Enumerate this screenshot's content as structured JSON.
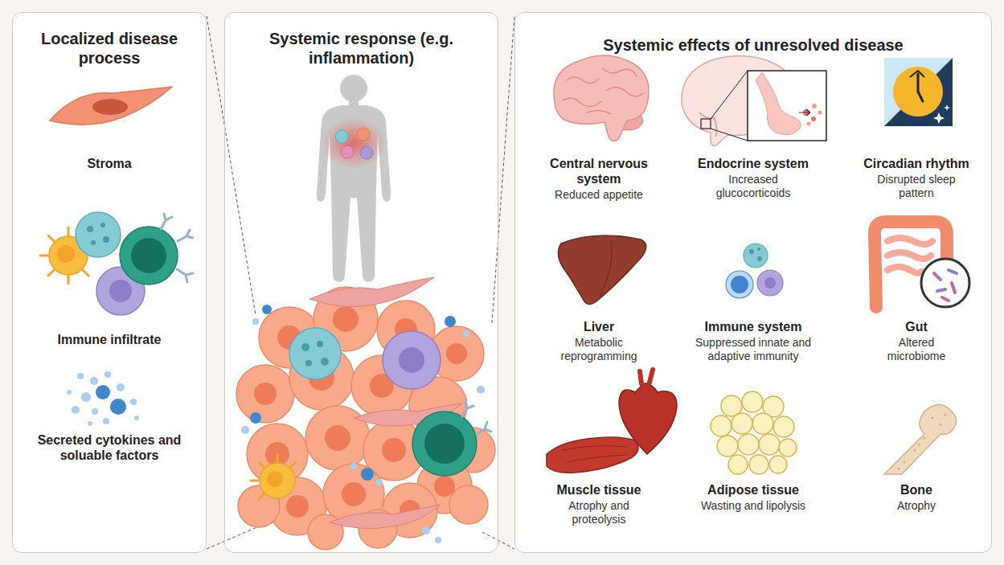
{
  "diagram": {
    "nodes": [
      {
        "text": [
          "Localized disease process"
        ]
      },
      {
        "text": [
          "Systemic response (e.g. inflammation)"
        ]
      },
      {
        "text": [
          "Systemic effects of unresolved disease"
        ]
      }
    ],
    "labels": [
      "Stroma",
      "Immune infiltrate",
      "Secreted cytokines and soluable factors",
      "Central nervous system",
      "Reduced appetite",
      "Endocrine system",
      "Increased glucocorticoids",
      "Circadian rhythm",
      "Disrupted sleep pattern",
      "Liver",
      "Metabolic reprogramming",
      "Immune system",
      "Suppressed innate and adaptive immunity",
      "Gut",
      "Altered microbiome",
      "Muscle tissue",
      "Atrophy and proteolysis",
      "Adipose tissue",
      "Wasting and lipolysis",
      "Bone",
      "Atrophy"
    ]
  }
}
